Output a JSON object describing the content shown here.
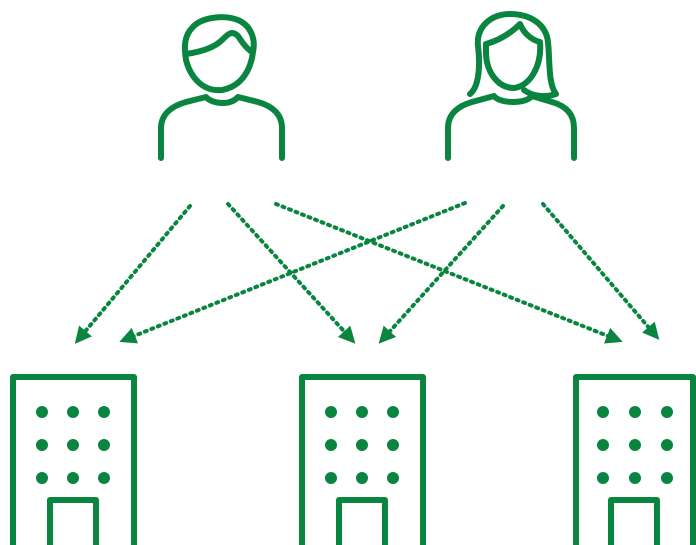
{
  "colors": {
    "primary": "#0a8540",
    "background": "#ffffff"
  },
  "people": [
    {
      "icon": "man-icon"
    },
    {
      "icon": "woman-icon"
    }
  ],
  "buildings": [
    {
      "icon": "office-building-icon"
    },
    {
      "icon": "office-building-icon"
    },
    {
      "icon": "office-building-icon"
    }
  ],
  "connections": [
    {
      "from": "man",
      "to": "building-1"
    },
    {
      "from": "man",
      "to": "building-2"
    },
    {
      "from": "man",
      "to": "building-3"
    },
    {
      "from": "woman",
      "to": "building-1"
    },
    {
      "from": "woman",
      "to": "building-2"
    },
    {
      "from": "woman",
      "to": "building-3"
    }
  ]
}
